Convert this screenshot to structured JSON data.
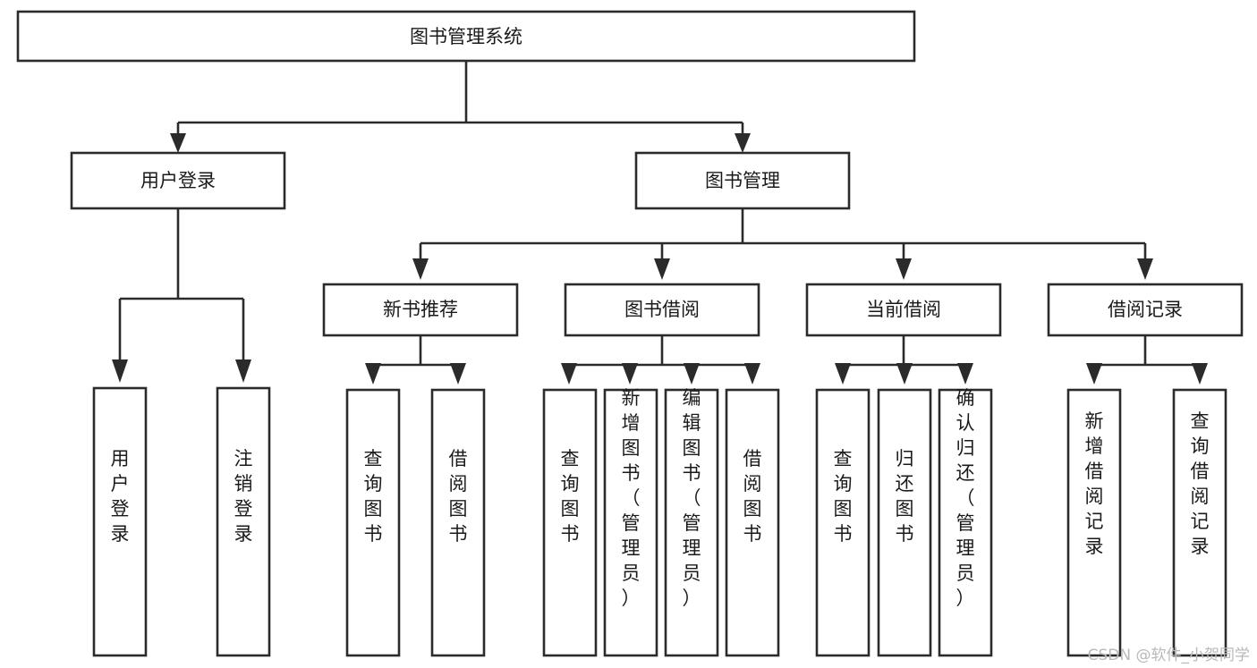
{
  "diagram": {
    "title": "图书管理系统",
    "type": "tree",
    "watermark": "CSDN @软件_小贺同学",
    "levels": {
      "root": {
        "label": "图书管理系统"
      },
      "level2": [
        {
          "label": "用户登录"
        },
        {
          "label": "图书管理"
        }
      ],
      "level3": [
        {
          "label": "新书推荐"
        },
        {
          "label": "图书借阅"
        },
        {
          "label": "当前借阅"
        },
        {
          "label": "借阅记录"
        }
      ],
      "leaves": {
        "user_login": [
          {
            "label": "用户登录"
          },
          {
            "label": "注销登录"
          }
        ],
        "new_book_recommend": [
          {
            "label": "查询图书"
          },
          {
            "label": "借阅图书"
          }
        ],
        "book_borrow": [
          {
            "label": "查询图书"
          },
          {
            "label": "新增图书（管理员）"
          },
          {
            "label": "编辑图书（管理员）"
          },
          {
            "label": "借阅图书"
          }
        ],
        "current_borrow": [
          {
            "label": "查询图书"
          },
          {
            "label": "归还图书"
          },
          {
            "label": "确认归还（管理员）"
          }
        ],
        "borrow_record": [
          {
            "label": "新增借阅记录"
          },
          {
            "label": "查询借阅记录"
          }
        ]
      }
    },
    "colors": {
      "box_stroke": "#2b2b2b",
      "box_fill": "#ffffff",
      "text": "#1a1a1a",
      "watermark": "#b9b9b9"
    }
  }
}
